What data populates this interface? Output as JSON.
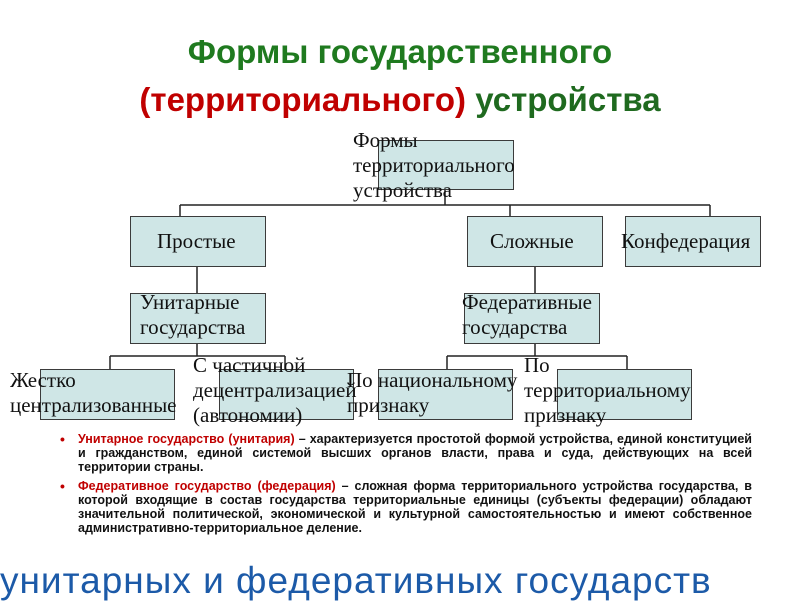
{
  "title": {
    "line1": "Формы государственного",
    "line2_red": "(территориального)",
    "line2_rest": "устройства"
  },
  "diagram": {
    "root": [
      "Формы",
      "территориального",
      "устройства"
    ],
    "simple": "Простые",
    "complex": "Сложные",
    "confederation": "Конфедерация",
    "unitary": [
      "Унитарные",
      "государства"
    ],
    "federal": [
      "Федеративные",
      "государства"
    ],
    "strict": [
      "Жестко",
      "централизованные"
    ],
    "partial": [
      "С частичной",
      "децентрализацией",
      "(автономии)"
    ],
    "national": [
      "По национальному",
      "признаку"
    ],
    "territorial": [
      "По",
      "территориальному",
      "признаку"
    ]
  },
  "definitions": [
    {
      "term": "Унитарное государство (унитария)",
      "text": " – характеризуется простотой формой устройства, единой конституцией и гражданством, единой системой высших органов власти, права и суда, действующих на всей территории страны."
    },
    {
      "term": "Федеративное государство (федерация)",
      "text": " – сложная форма территориального устройства государства, в которой входящие в состав государства территориальные единицы (субъекты федерации) обладают значительной политической, экономической и культурной самостоятельностью и имеют собственное административно-территориальное деление."
    }
  ],
  "bottom_text": "унитарных и федеративных государств",
  "colors": {
    "title_green": "#1f7a1f",
    "title_red": "#c00000",
    "box_fill": "#cfe6e6",
    "bottom_blue": "#1c5aa8"
  }
}
